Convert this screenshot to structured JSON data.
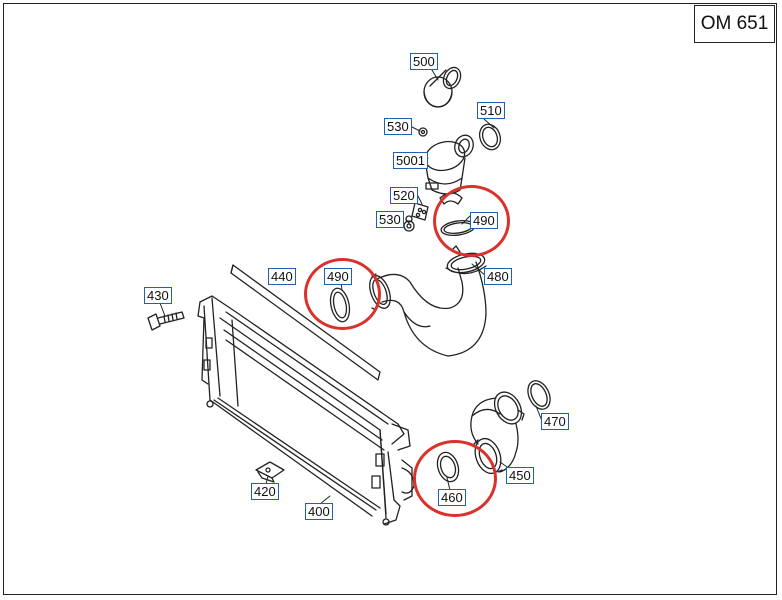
{
  "engine_label": "OM 651",
  "callouts": {
    "c500": "500",
    "c510": "510",
    "c530_top": "530",
    "c5001": "5001",
    "c520": "520",
    "c530_bottom": "530",
    "c490_top": "490",
    "c480": "480",
    "c440": "440",
    "c490_left": "490",
    "c430": "430",
    "c470": "470",
    "c450": "450",
    "c460": "460",
    "c420": "420",
    "c400": "400"
  },
  "colors": {
    "callout_border": "#1f5fb4",
    "highlight_ring": "#d9322b",
    "line_art": "#222222"
  }
}
